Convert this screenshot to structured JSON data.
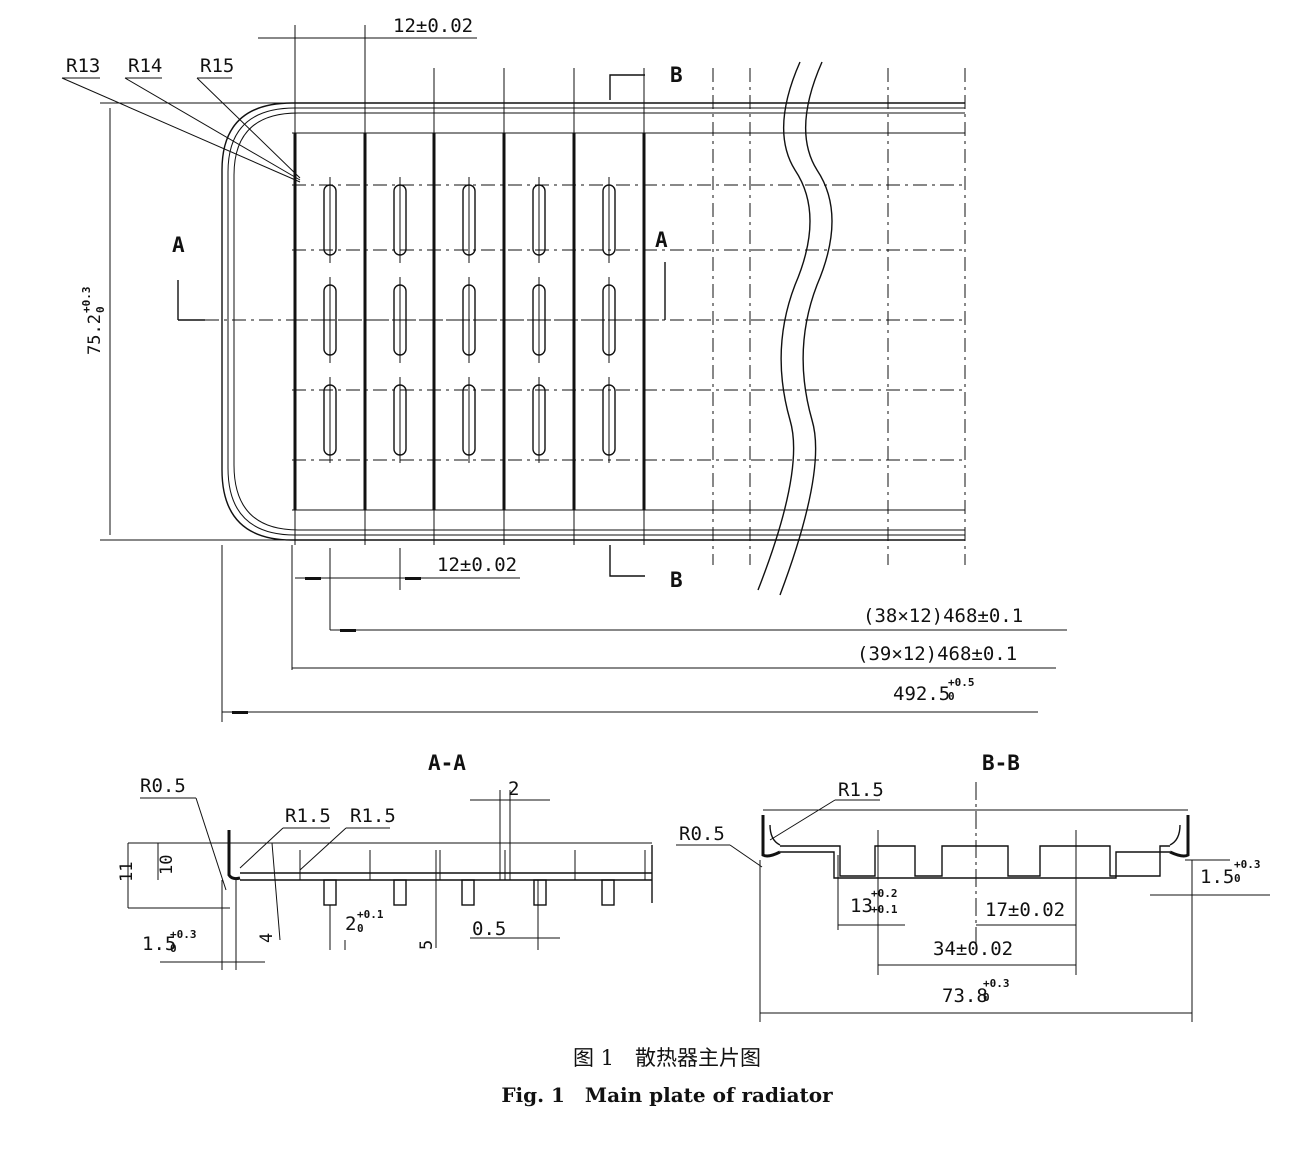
{
  "labels": {
    "r13": "R13",
    "r14": "R14",
    "r15": "R15",
    "pitch_top": "12±0.02",
    "pitch_bottom": "12±0.02",
    "height": "75.2",
    "height_tol": "+0.3",
    "height_tol_low": "0",
    "chain_38": "(38×12)468±0.1",
    "chain_39": "(39×12)468±0.1",
    "overall": "492.5",
    "overall_tol": "+0.5",
    "overall_tol_low": "0",
    "sec_a_mark": "A",
    "sec_b_mark": "B"
  },
  "section_aa": {
    "title": "A-A",
    "r05": "R0.5",
    "r15a": "R1.5",
    "r15b": "R1.5",
    "d11": "11",
    "d10": "10",
    "d4": "4",
    "d5": "5",
    "d2_top": "2",
    "d2": "2",
    "d2_tol": "+0.1",
    "d2_tol_low": "0",
    "d05": "0.5",
    "d15": "1.5",
    "d15_tol": "+0.3",
    "d15_tol_low": "0"
  },
  "section_bb": {
    "title": "B-B",
    "r15": "R1.5",
    "r05": "R0.5",
    "d13": "13",
    "d13_tol_up": "+0.2",
    "d13_tol_low": "+0.1",
    "d17": "17±0.02",
    "d34": "34±0.02",
    "d738": "73.8",
    "d738_tol": "+0.3",
    "d738_tol_low": "0",
    "d15": "1.5",
    "d15_tol": "+0.3",
    "d15_tol_low": "0"
  },
  "caption": {
    "zh": "图 1　散热器主片图",
    "en": "Fig. 1　Main plate of radiator"
  }
}
